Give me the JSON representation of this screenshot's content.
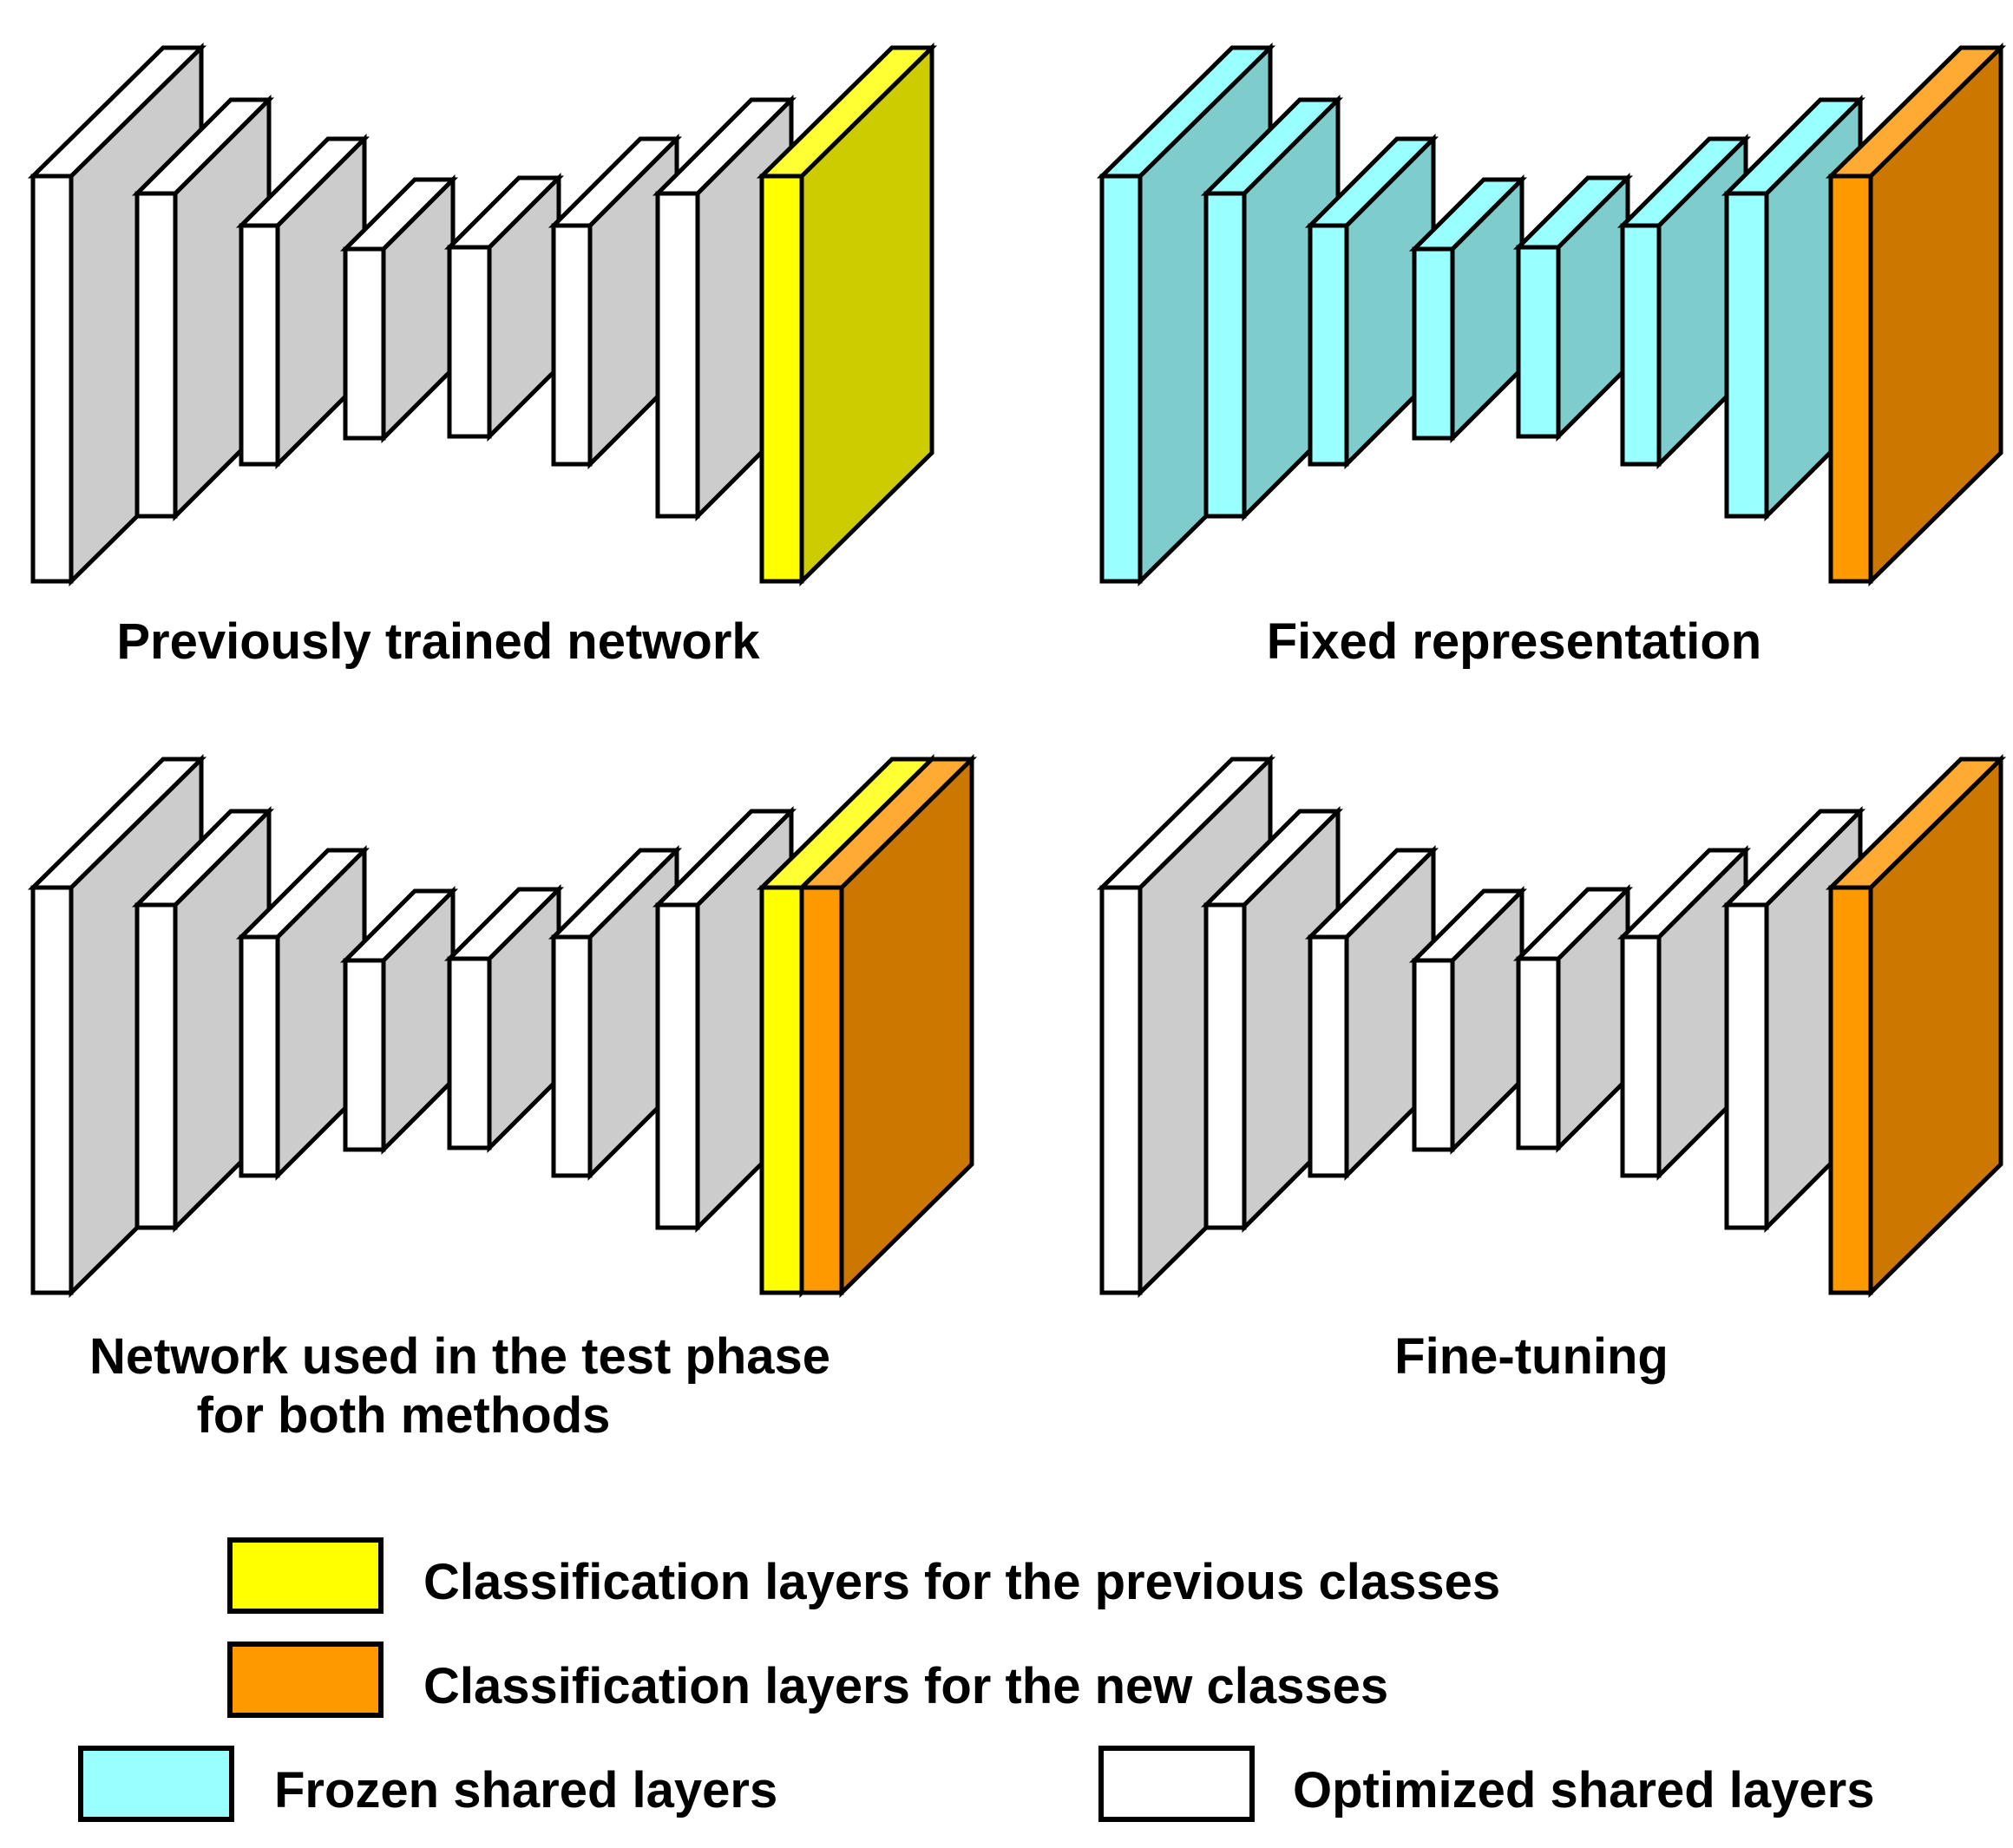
{
  "panels": [
    {
      "caption": "Previously trained network",
      "layers": "optimized",
      "heads": [
        "previous"
      ]
    },
    {
      "caption": "Fixed representation",
      "layers": "frozen",
      "heads": [
        "new"
      ]
    },
    {
      "caption_line1": "Network used in the test phase",
      "caption_line2": "for both methods",
      "layers": "optimized",
      "heads": [
        "previous",
        "new"
      ]
    },
    {
      "caption": "Fine-tuning",
      "layers": "optimized",
      "heads": [
        "new"
      ]
    }
  ],
  "legend": {
    "previous": {
      "label": "Classification layers for the previous classes",
      "front": "#ffff00",
      "side": "#cccc00",
      "top": "#ffff33"
    },
    "new": {
      "label": "Classification layers for the new classes",
      "front": "#ff9900",
      "side": "#cc7700",
      "top": "#ffaa33"
    },
    "frozen": {
      "label": "Frozen shared layers",
      "front": "#99ffff",
      "side": "#7fcccc",
      "top": "#99ffff"
    },
    "optimized": {
      "label": "Optimized shared layers",
      "front": "#ffffff",
      "side": "#cccccc",
      "top": "#ffffff"
    }
  }
}
